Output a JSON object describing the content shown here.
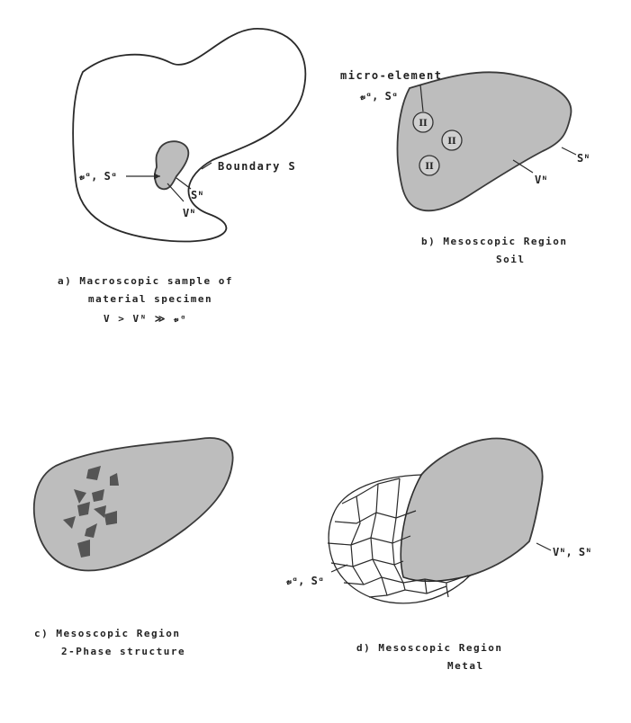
{
  "panel_a": {
    "symbol_micro": "𝓋ᵅ, Sᵅ",
    "label_boundary": "Boundary S",
    "label_sn": "Sᴺ",
    "label_vn": "Vᴺ",
    "caption_line1": "a) Macroscopic sample of",
    "caption_line2": "material specimen",
    "caption_line3": "V > Vᴺ ≫ 𝓋ᵅ"
  },
  "panel_b": {
    "label_micro_element": "micro-element",
    "symbol_micro": "𝓋ᵅ, Sᵅ",
    "element_numerals": [
      "II",
      "II",
      "II"
    ],
    "label_sn": "Sᴺ",
    "label_vn": "Vᴺ",
    "caption_line1": "b) Mesoscopic Region",
    "caption_line2": "Soil"
  },
  "panel_c": {
    "caption_line1": "c) Mesoscopic Region",
    "caption_line2": "2-Phase structure"
  },
  "panel_d": {
    "symbol_micro": "𝓋ᵅ, Sᵅ",
    "label_vn_sn": "Vᴺ, Sᴺ",
    "caption_line1": "d) Mesoscopic Region",
    "caption_line2": "Metal"
  },
  "colors": {
    "region_fill": "#bdbdbd",
    "line": "#2a2a2a",
    "phase_inclusion": "#555555"
  }
}
